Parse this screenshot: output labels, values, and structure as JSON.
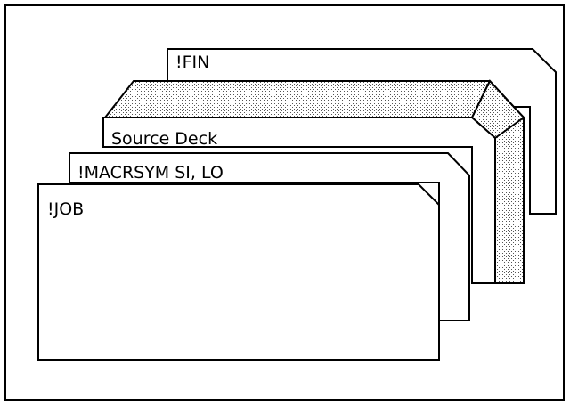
{
  "diagram": {
    "cards": {
      "fin": {
        "label": "!FIN"
      },
      "source_deck": {
        "label": "Source Deck"
      },
      "macrsym": {
        "label": "!MACRSYM SI, LO"
      },
      "job": {
        "label": "!JOB"
      }
    },
    "colors": {
      "stroke": "#000000",
      "card_fill": "#ffffff",
      "deck_shading": "#c8c8c8"
    }
  }
}
